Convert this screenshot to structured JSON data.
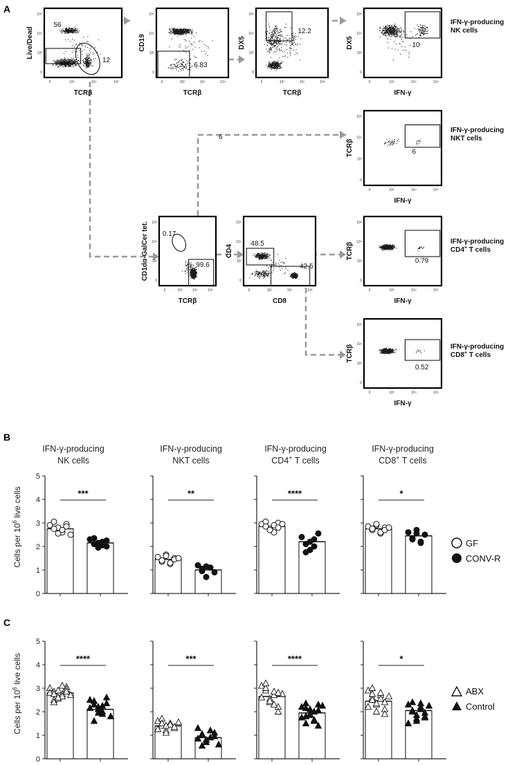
{
  "panel_letters": [
    "A",
    "B",
    "C"
  ],
  "panel_a": {
    "plots": [
      {
        "id": "live",
        "ylabel": "Live/Dead",
        "xlabel": "TCRβ",
        "gates": [
          "56",
          "12"
        ]
      },
      {
        "id": "cd19",
        "ylabel": "CD19",
        "xlabel": "TCRβ",
        "gates": [
          "6.83"
        ]
      },
      {
        "id": "dx5",
        "ylabel": "DX5",
        "xlabel": "TCRβ",
        "gates": [
          "12.2"
        ]
      },
      {
        "id": "nk",
        "ylabel": "DX5",
        "xlabel": "IFN-γ",
        "gates": [
          "10"
        ]
      },
      {
        "id": "nkt",
        "ylabel": "TCRβ",
        "xlabel": "IFN-γ",
        "gates": [
          "6"
        ]
      },
      {
        "id": "tet",
        "ylabel": "CD1dα-GalCer tet.",
        "xlabel": "TCRβ",
        "gates": [
          "0.17",
          "99.6"
        ]
      },
      {
        "id": "cd4cd8",
        "ylabel": "CD4",
        "xlabel": "CD8",
        "gates": [
          "48.5",
          "42.5"
        ]
      },
      {
        "id": "cd4ifn",
        "ylabel": "TCRβ",
        "xlabel": "IFN-γ",
        "gates": [
          "0.79"
        ]
      },
      {
        "id": "cd8ifn",
        "ylabel": "TCRβ",
        "xlabel": "IFN-γ",
        "gates": [
          "0.52"
        ]
      }
    ],
    "population_names": [
      {
        "line1": "IFN-γ-producing",
        "line2": "NK cells",
        "sup": "",
        "tail": ""
      },
      {
        "line1": "IFN-γ-producing",
        "line2": "NKT cells",
        "sup": "",
        "tail": ""
      },
      {
        "line1": "IFN-γ-producing",
        "line2": "CD4",
        "sup": "+",
        "tail": " T cells"
      },
      {
        "line1": "IFN-γ-producing",
        "line2": "CD8",
        "sup": "+",
        "tail": " T cells"
      }
    ],
    "arrow_label": "6",
    "tick_labels": [
      "0",
      "10³",
      "10⁴",
      "10⁵"
    ],
    "colors": {
      "arrow": "#9a9a9a",
      "dots": "#1a1a1a",
      "frame": "#000000"
    }
  },
  "panel_titles": [
    {
      "line1": "IFN-γ-producing",
      "line2": "NK cells",
      "sup": "",
      "tail": ""
    },
    {
      "line1": "IFN-γ-producing",
      "line2": "NKT cells",
      "sup": "",
      "tail": ""
    },
    {
      "line1": "IFN-γ-producing",
      "line2": "CD4",
      "sup": "+",
      "tail": " T cells"
    },
    {
      "line1": "IFN-γ-producing",
      "line2": "CD8",
      "sup": "+",
      "tail": " T cells"
    }
  ],
  "y_axis_label": {
    "pre": "Cells per 10",
    "sup": "6",
    "post": " live cells"
  },
  "legends": {
    "B": [
      {
        "label": "GF",
        "marker": "open-circle"
      },
      {
        "label": "CONV-R",
        "marker": "filled-circle"
      }
    ],
    "C": [
      {
        "label": "ABX",
        "marker": "open-triangle"
      },
      {
        "label": "Control",
        "marker": "filled-triangle"
      }
    ]
  },
  "chart_data": [
    {
      "type": "bar",
      "row": "B",
      "population": "NK cells",
      "ylim": [
        0,
        5
      ],
      "yticks": [
        0,
        1,
        2,
        3,
        4,
        5
      ],
      "significance": "***",
      "series": [
        {
          "name": "GF",
          "marker": "open-circle",
          "mean": 2.75,
          "points": [
            2.9,
            3.05,
            2.8,
            2.6,
            2.95,
            2.75,
            2.55,
            2.7,
            2.85,
            2.5
          ]
        },
        {
          "name": "CONV-R",
          "marker": "filled-circle",
          "mean": 2.15,
          "points": [
            2.3,
            2.1,
            1.95,
            2.2,
            2.0,
            2.35,
            2.15,
            2.05,
            2.25
          ]
        }
      ]
    },
    {
      "type": "bar",
      "row": "B",
      "population": "NKT cells",
      "ylim": [
        0,
        5
      ],
      "yticks": [
        0,
        1,
        2,
        3,
        4,
        5
      ],
      "significance": "**",
      "series": [
        {
          "name": "GF",
          "marker": "open-circle",
          "mean": 1.45,
          "points": [
            1.55,
            1.35,
            1.65,
            1.25,
            1.5,
            1.4,
            1.6,
            1.3,
            1.45,
            1.5
          ]
        },
        {
          "name": "CONV-R",
          "marker": "filled-circle",
          "mean": 1.0,
          "points": [
            1.2,
            0.95,
            0.7,
            1.1,
            0.9,
            1.05,
            1.15
          ]
        }
      ]
    },
    {
      "type": "bar",
      "row": "B",
      "population": "CD4+ T cells",
      "ylim": [
        0,
        5
      ],
      "yticks": [
        0,
        1,
        2,
        3,
        4,
        5
      ],
      "significance": "****",
      "series": [
        {
          "name": "GF",
          "marker": "open-circle",
          "mean": 2.85,
          "points": [
            2.95,
            3.05,
            2.75,
            2.6,
            3.0,
            2.85,
            2.7,
            2.9,
            2.8,
            2.95
          ]
        },
        {
          "name": "CONV-R",
          "marker": "filled-circle",
          "mean": 2.2,
          "points": [
            2.4,
            2.1,
            1.85,
            2.3,
            2.55,
            1.75,
            2.2,
            2.0
          ]
        }
      ]
    },
    {
      "type": "bar",
      "row": "B",
      "population": "CD8+ T cells",
      "ylim": [
        0,
        5
      ],
      "yticks": [
        0,
        1,
        2,
        3,
        4,
        5
      ],
      "significance": "*",
      "series": [
        {
          "name": "GF",
          "marker": "open-circle",
          "mean": 2.75,
          "points": [
            2.85,
            2.7,
            2.9,
            2.55,
            2.8,
            2.75,
            2.95,
            2.6,
            2.7,
            2.8
          ]
        },
        {
          "name": "CONV-R",
          "marker": "filled-circle",
          "mean": 2.45,
          "points": [
            2.6,
            2.35,
            2.7,
            2.2,
            2.5,
            2.3,
            2.55,
            2.15
          ]
        }
      ]
    },
    {
      "type": "bar",
      "row": "C",
      "population": "NK cells",
      "ylim": [
        0,
        5
      ],
      "yticks": [
        0,
        1,
        2,
        3,
        4,
        5
      ],
      "significance": "****",
      "series": [
        {
          "name": "ABX",
          "marker": "open-triangle",
          "mean": 2.8,
          "points": [
            3.0,
            2.85,
            2.6,
            2.75,
            3.05,
            2.5,
            2.9,
            2.65,
            2.95,
            2.7,
            2.8,
            2.4,
            2.55,
            3.1,
            2.85,
            2.75,
            2.6
          ]
        },
        {
          "name": "Control",
          "marker": "filled-triangle",
          "mean": 2.1,
          "points": [
            2.5,
            2.3,
            2.1,
            1.9,
            2.6,
            1.6,
            2.2,
            2.0,
            2.35,
            1.8,
            2.15,
            2.45,
            1.95,
            2.25
          ]
        }
      ]
    },
    {
      "type": "bar",
      "row": "C",
      "population": "NKT cells",
      "ylim": [
        0,
        5
      ],
      "yticks": [
        0,
        1,
        2,
        3,
        4,
        5
      ],
      "significance": "***",
      "series": [
        {
          "name": "ABX",
          "marker": "open-triangle",
          "mean": 1.4,
          "points": [
            1.6,
            1.4,
            1.2,
            1.5,
            1.3,
            1.7,
            1.1,
            1.45,
            1.35,
            1.55,
            1.25,
            1.5,
            1.4
          ]
        },
        {
          "name": "Control",
          "marker": "filled-triangle",
          "mean": 0.9,
          "points": [
            1.3,
            1.0,
            0.7,
            0.9,
            1.1,
            0.55,
            0.8,
            1.2,
            0.95,
            0.6,
            0.85,
            1.05
          ]
        }
      ]
    },
    {
      "type": "bar",
      "row": "C",
      "population": "CD4+ T cells",
      "ylim": [
        0,
        5
      ],
      "yticks": [
        0,
        1,
        2,
        3,
        4,
        5
      ],
      "significance": "****",
      "series": [
        {
          "name": "ABX",
          "marker": "open-triangle",
          "mean": 2.65,
          "points": [
            3.1,
            2.9,
            2.4,
            2.7,
            2.2,
            3.0,
            2.55,
            2.85,
            2.0,
            2.75,
            2.6,
            3.2,
            2.45,
            2.3,
            2.8
          ]
        },
        {
          "name": "Control",
          "marker": "filled-triangle",
          "mean": 1.95,
          "points": [
            2.2,
            1.8,
            2.1,
            1.6,
            2.3,
            1.5,
            1.9,
            2.0,
            1.4,
            2.25,
            1.75,
            2.15,
            1.85,
            1.65,
            2.05,
            2.35
          ]
        }
      ]
    },
    {
      "type": "bar",
      "row": "C",
      "population": "CD8+ T cells",
      "ylim": [
        0,
        5
      ],
      "yticks": [
        0,
        1,
        2,
        3,
        4,
        5
      ],
      "significance": "*",
      "series": [
        {
          "name": "ABX",
          "marker": "open-triangle",
          "mean": 2.45,
          "points": [
            2.9,
            2.6,
            2.3,
            2.7,
            2.1,
            2.5,
            2.0,
            2.8,
            2.4,
            2.65,
            2.2,
            3.0,
            2.35,
            2.55,
            1.9,
            2.75
          ]
        },
        {
          "name": "Control",
          "marker": "filled-triangle",
          "mean": 2.05,
          "points": [
            2.3,
            2.0,
            1.7,
            2.2,
            1.8,
            2.4,
            1.6,
            2.1,
            1.95,
            2.25,
            1.5,
            2.05,
            1.85,
            2.35,
            1.75
          ]
        }
      ]
    }
  ]
}
